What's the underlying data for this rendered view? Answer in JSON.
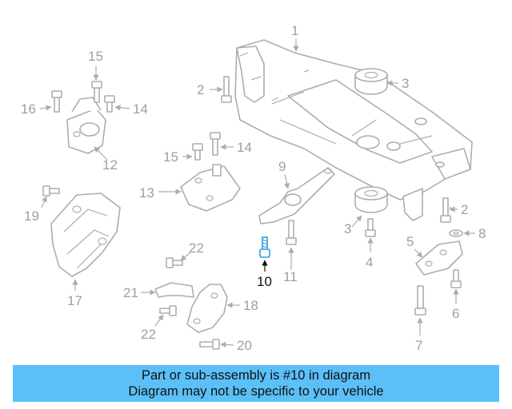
{
  "callouts": {
    "c1": "1",
    "c2a": "2",
    "c2b": "2",
    "c3a": "3",
    "c3b": "3",
    "c4": "4",
    "c5": "5",
    "c6": "6",
    "c7": "7",
    "c8": "8",
    "c9": "9",
    "c10": "10",
    "c11": "11",
    "c12": "12",
    "c13": "13",
    "c14a": "14",
    "c14b": "14",
    "c15a": "15",
    "c15b": "15",
    "c16": "16",
    "c17": "17",
    "c18": "18",
    "c19": "19",
    "c20": "20",
    "c21": "21",
    "c22a": "22",
    "c22b": "22"
  },
  "highlight_color": "#2a9de0",
  "banner": {
    "line1": "Part or sub-assembly is #10 in diagram",
    "line2": "Diagram may not be specific to your vehicle",
    "background": "#5bc0f8"
  }
}
